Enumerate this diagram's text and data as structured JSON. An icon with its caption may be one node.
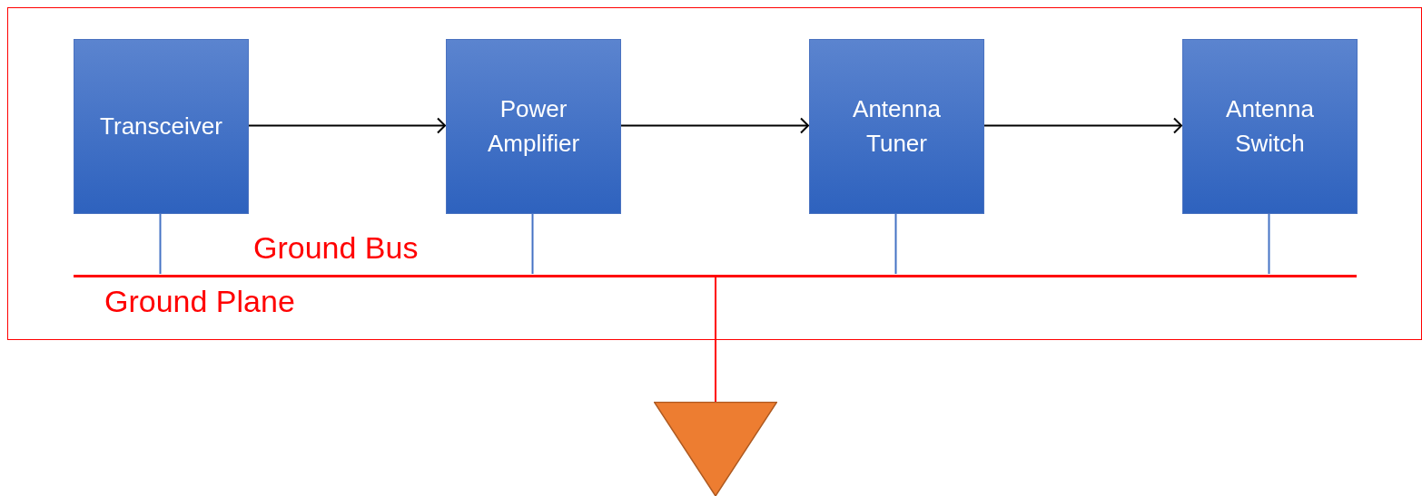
{
  "diagram": {
    "nodes": [
      {
        "text": [
          "Ground Plane"
        ]
      },
      {
        "text": [
          "Transceiver"
        ],
        "in": 0
      },
      {
        "text": [
          "Power Amplifier"
        ],
        "in": 0
      },
      {
        "text": [
          "Antenna Tuner"
        ],
        "in": 0
      },
      {
        "text": [
          "Antenna Switch"
        ],
        "in": 0
      },
      {
        "text": [],
        "shape": "bar",
        "beside": [
          "Ground Bus"
        ],
        "in": 0
      },
      {
        "text": [],
        "shape": "triangle"
      }
    ],
    "edges": [
      {
        "from": 1,
        "to": 2,
        "arrow": "to",
        "color": "#000000"
      },
      {
        "from": 2,
        "to": 3,
        "arrow": "to",
        "color": "#000000"
      },
      {
        "from": 3,
        "to": 4,
        "arrow": "to",
        "color": "#000000"
      },
      {
        "from": 1,
        "to": 5,
        "arrow": "none",
        "color": "#4472c4"
      },
      {
        "from": 2,
        "to": 5,
        "arrow": "none",
        "color": "#4472c4"
      },
      {
        "from": 3,
        "to": 5,
        "arrow": "none",
        "color": "#4472c4"
      },
      {
        "from": 4,
        "to": 5,
        "arrow": "none",
        "color": "#4472c4"
      },
      {
        "from": 5,
        "to": 6,
        "arrow": "none",
        "color": "#ff0000"
      }
    ]
  }
}
